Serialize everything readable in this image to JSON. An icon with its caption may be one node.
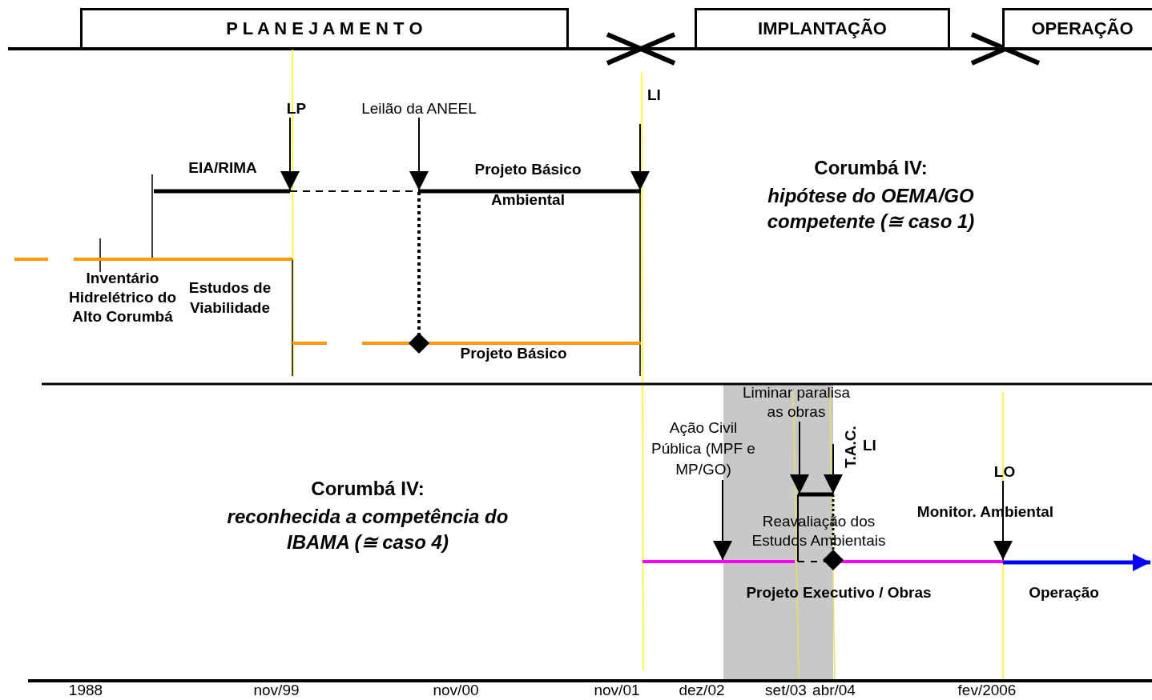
{
  "diagram": {
    "nodes": [
      {
        "text": [
          "P L A N E J A M E N T O"
        ]
      },
      {
        "text": [
          "IMPLANTAÇÃO"
        ]
      },
      {
        "text": [
          "OPERAÇÃO"
        ]
      },
      {
        "text": [
          "LP"
        ]
      },
      {
        "text": [
          "Leilão da ANEEL"
        ]
      },
      {
        "text": [
          "Ação Civil Pública (MPF e MP/GO)"
        ]
      },
      {
        "text": [
          "Liminar paralisa as obras"
        ]
      },
      {
        "text": [
          "LO"
        ]
      },
      {
        "text": [],
        "shape": "bar"
      }
    ],
    "edges": [
      {
        "from": 3,
        "to": null,
        "arrow": "to"
      },
      {
        "from": 4,
        "to": null,
        "arrow": "to"
      },
      {
        "from": 5,
        "to": 8,
        "arrow": "to"
      },
      {
        "from": 6,
        "to": null,
        "arrow": "to"
      },
      {
        "from": 7,
        "to": null,
        "arrow": "to"
      }
    ],
    "labels": [
      "LI",
      "EIA/RIMA",
      "Projeto Básico",
      "Ambiental",
      "Corumbá IV:",
      "hipótese do OEMA/GO competente (≅ caso 1)",
      "Inventário Hidrelétrico do Alto Corumbá",
      "Estudos de Viabilidade",
      "Projeto Básico",
      "T.A.C.",
      "LI",
      "Corumbá IV:",
      "reconhecida a competência do IBAMA (≅ caso 4)",
      "Reavaliação dos Estudos Ambientais",
      "Monitor. Ambiental",
      "Projeto Executivo / Obras",
      "Operação",
      "1988",
      "nov/99",
      "nov/00",
      "nov/01",
      "dez/02",
      "set/03",
      "abr/04",
      "fev/2006"
    ]
  }
}
